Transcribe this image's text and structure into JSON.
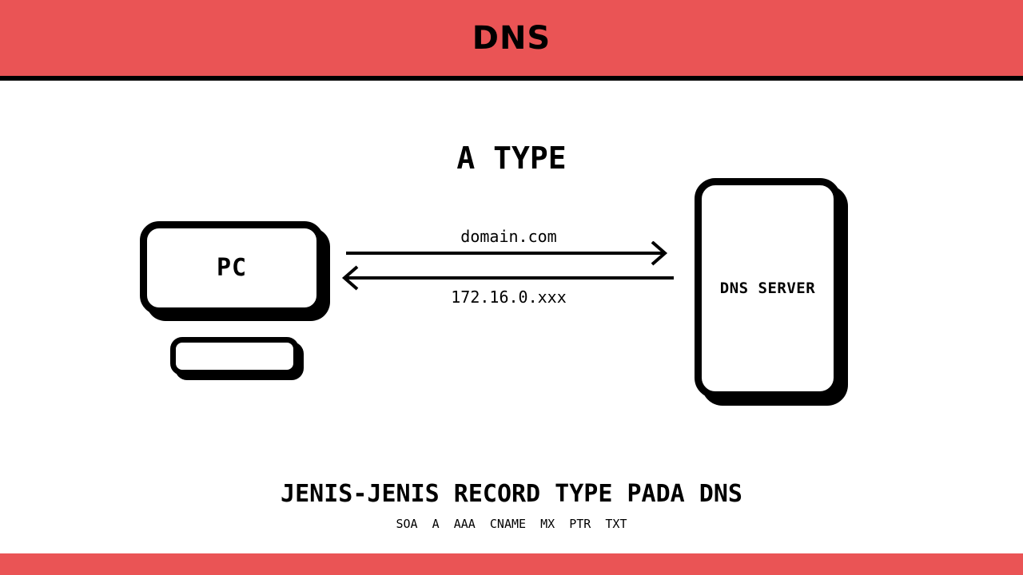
{
  "header": {
    "title": "DNS",
    "bar_color": "#EA5455",
    "divider_color": "#000000"
  },
  "diagram": {
    "title": "A TYPE",
    "pc_label": "PC",
    "server_label": "DNS SERVER",
    "request_label": "domain.com",
    "response_label": "172.16.0.xxx",
    "arrow_color": "#000000"
  },
  "records_section": {
    "title": "JENIS-JENIS RECORD TYPE PADA DNS",
    "record_types": [
      "SOA",
      "A",
      "AAA",
      "CNAME",
      "MX",
      "PTR",
      "TXT"
    ],
    "record_types_label": "SOA  A  AAA  CNAME  MX  PTR  TXT"
  },
  "footer": {
    "bar_color": "#EA5455"
  }
}
